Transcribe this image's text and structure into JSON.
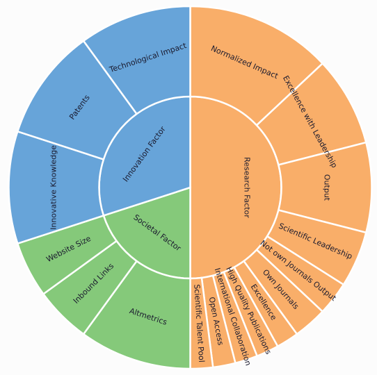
{
  "colors": {
    "background": "#fcfcfc",
    "separator": "#ffffff",
    "label": "#1a1a2e"
  },
  "chart_data": {
    "type": "sunburst",
    "title": "",
    "start_angle_deg": 0,
    "rings": [
      "inner",
      "outer"
    ],
    "categories": [
      {
        "name": "Research Factor",
        "color": "#f9ae69",
        "children": [
          {
            "name": "Normalized Impact",
            "value": 13
          },
          {
            "name": "Excellence with Leadership",
            "value": 8
          },
          {
            "name": "Output",
            "value": 8
          },
          {
            "name": "Scientific Leadership",
            "value": 5
          },
          {
            "name": "Not own Journals Output",
            "value": 3
          },
          {
            "name": "Own Journals",
            "value": 3
          },
          {
            "name": "Excellence",
            "value": 2
          },
          {
            "name": "High Quality Publications",
            "value": 2
          },
          {
            "name": "International Collaboration",
            "value": 2
          },
          {
            "name": "Open Access",
            "value": 2
          },
          {
            "name": "Scientific Talent Pool",
            "value": 2
          }
        ]
      },
      {
        "name": "Societal Factor",
        "color": "#85c97a",
        "children": [
          {
            "name": "Altmetrics",
            "value": 10
          },
          {
            "name": "Inbound Links",
            "value": 5
          },
          {
            "name": "Website Size",
            "value": 5
          }
        ]
      },
      {
        "name": "Innovation Factor",
        "color": "#67a4d9",
        "children": [
          {
            "name": "Innovative Knowledge",
            "value": 10
          },
          {
            "name": "Patents",
            "value": 10
          },
          {
            "name": "Technological Impact",
            "value": 10
          }
        ]
      }
    ]
  }
}
